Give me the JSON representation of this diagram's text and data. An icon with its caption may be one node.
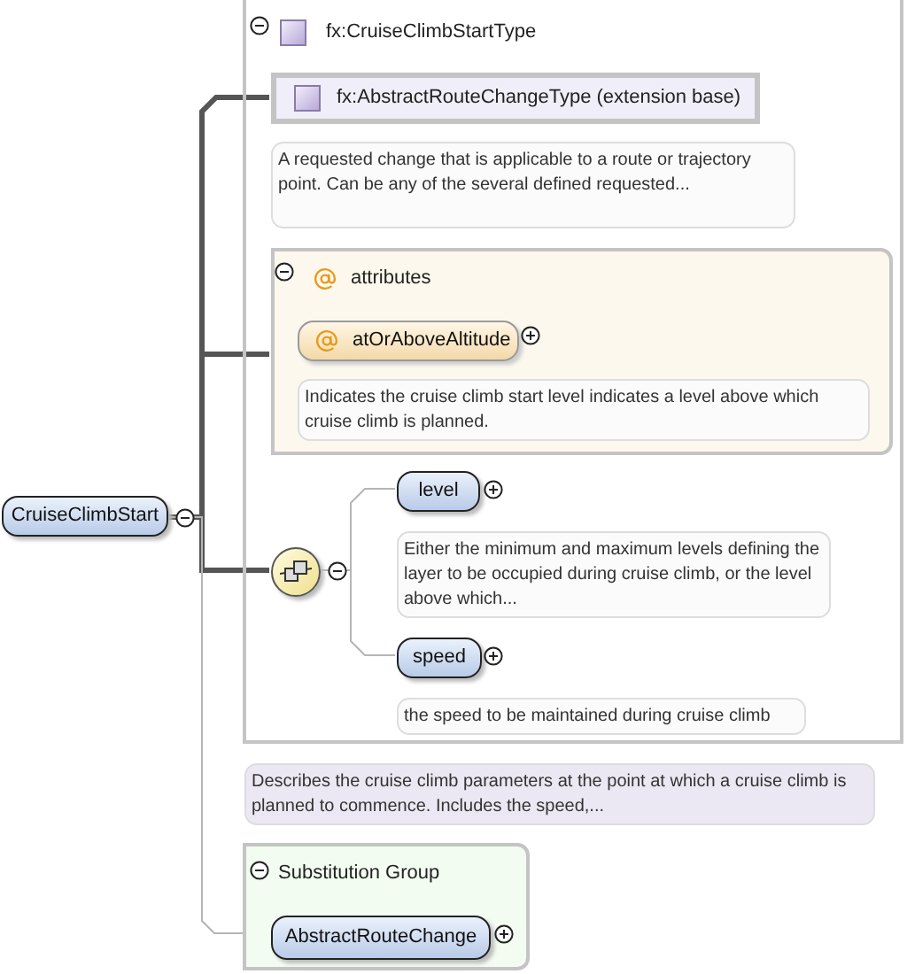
{
  "diagram": {
    "nodes": [
      {
        "text": [
          "CruiseClimbStart"
        ]
      },
      {
        "text": [
          "fx:CruiseClimbStartType"
        ]
      },
      {
        "text": [
          "fx:AbstractRouteChangeType (extension base)"
        ],
        "in": 1
      },
      {
        "text": [
          "A requested change that is applicable to a route or trajectory point. Can be any of the several defined requested..."
        ],
        "in": 1
      },
      {
        "text": [
          "attributes"
        ],
        "in": 1
      },
      {
        "text": [
          "atOrAboveAltitude"
        ],
        "in": 4
      },
      {
        "text": [
          "Indicates the cruise climb start level indicates a level above which cruise climb is planned."
        ],
        "in": 4
      },
      {
        "text": [],
        "shape": "circle",
        "in": 1
      },
      {
        "text": [
          "level"
        ],
        "in": 1
      },
      {
        "text": [
          "Either the minimum and maximum levels defining the layer to be occupied during cruise climb, or the level above which..."
        ],
        "in": 1
      },
      {
        "text": [
          "speed"
        ],
        "in": 1
      },
      {
        "text": [
          "the speed to be maintained during cruise climb"
        ],
        "in": 1
      },
      {
        "text": [
          "Describes the cruise climb parameters at the point at which a cruise climb is planned to commence. Includes the speed,..."
        ]
      },
      {
        "text": [
          "Substitution Group"
        ]
      },
      {
        "text": [
          "AbstractRouteChange"
        ],
        "in": 13
      }
    ],
    "edges": [
      {
        "from": 0,
        "to": 2,
        "arrow": "none",
        "style": "thick"
      },
      {
        "from": 0,
        "to": 4,
        "arrow": "none",
        "style": "thick"
      },
      {
        "from": 0,
        "to": 7,
        "arrow": "none",
        "style": "thick"
      },
      {
        "from": 0,
        "to": 14,
        "arrow": "none",
        "color": "#b5b5b5"
      },
      {
        "from": 7,
        "to": 8,
        "arrow": "none",
        "color": "#b5b5b5"
      },
      {
        "from": 7,
        "to": 10,
        "arrow": "none",
        "color": "#b5b5b5"
      }
    ]
  }
}
